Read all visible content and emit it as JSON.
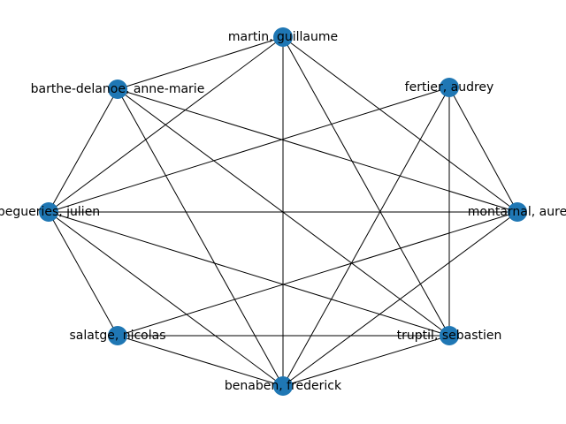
{
  "graph": {
    "node_color": "#1f77b4",
    "edge_color": "#000000",
    "nodes": [
      {
        "id": "martin",
        "label": "martin, guillaume"
      },
      {
        "id": "fertier",
        "label": "fertier, audrey"
      },
      {
        "id": "montarnal",
        "label": "montarnal, aure"
      },
      {
        "id": "truptil",
        "label": "truptil, sebastien"
      },
      {
        "id": "benaben",
        "label": "benaben, frederick"
      },
      {
        "id": "salatge",
        "label": "salatge, nicolas"
      },
      {
        "id": "begueries",
        "label": "begueries, julien"
      },
      {
        "id": "barthe",
        "label": "barthe-delanoe, anne-marie"
      }
    ],
    "edges": [
      [
        "martin",
        "barthe"
      ],
      [
        "martin",
        "begueries"
      ],
      [
        "martin",
        "benaben"
      ],
      [
        "martin",
        "truptil"
      ],
      [
        "martin",
        "montarnal"
      ],
      [
        "barthe",
        "begueries"
      ],
      [
        "barthe",
        "benaben"
      ],
      [
        "barthe",
        "truptil"
      ],
      [
        "barthe",
        "montarnal"
      ],
      [
        "fertier",
        "begueries"
      ],
      [
        "fertier",
        "benaben"
      ],
      [
        "fertier",
        "truptil"
      ],
      [
        "fertier",
        "montarnal"
      ],
      [
        "begueries",
        "salatge"
      ],
      [
        "begueries",
        "benaben"
      ],
      [
        "begueries",
        "truptil"
      ],
      [
        "begueries",
        "montarnal"
      ],
      [
        "montarnal",
        "salatge"
      ],
      [
        "montarnal",
        "benaben"
      ],
      [
        "salatge",
        "benaben"
      ],
      [
        "salatge",
        "truptil"
      ],
      [
        "benaben",
        "truptil"
      ]
    ]
  }
}
